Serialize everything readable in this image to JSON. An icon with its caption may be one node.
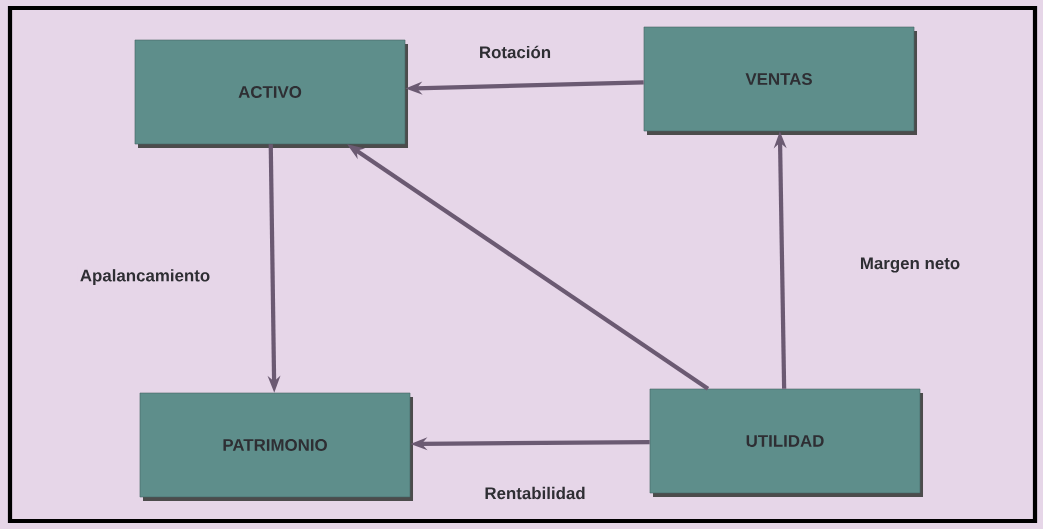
{
  "diagram": {
    "nodes": [
      {
        "text": [
          "ACTIVO"
        ]
      },
      {
        "text": [
          "VENTAS"
        ]
      },
      {
        "text": [
          "PATRIMONIO"
        ]
      },
      {
        "text": [
          "UTILIDAD"
        ]
      }
    ],
    "edges": [
      {
        "from": 1,
        "to": 0,
        "arrow": "to",
        "label": "Rotación"
      },
      {
        "from": 0,
        "to": 2,
        "arrow": "to",
        "label": "Apalancamiento"
      },
      {
        "from": 3,
        "to": 1,
        "arrow": "to",
        "label": "Margen neto"
      },
      {
        "from": 3,
        "to": 0,
        "arrow": "to"
      },
      {
        "from": 3,
        "to": 2,
        "arrow": "to",
        "label": "Rentabilidad"
      }
    ]
  }
}
